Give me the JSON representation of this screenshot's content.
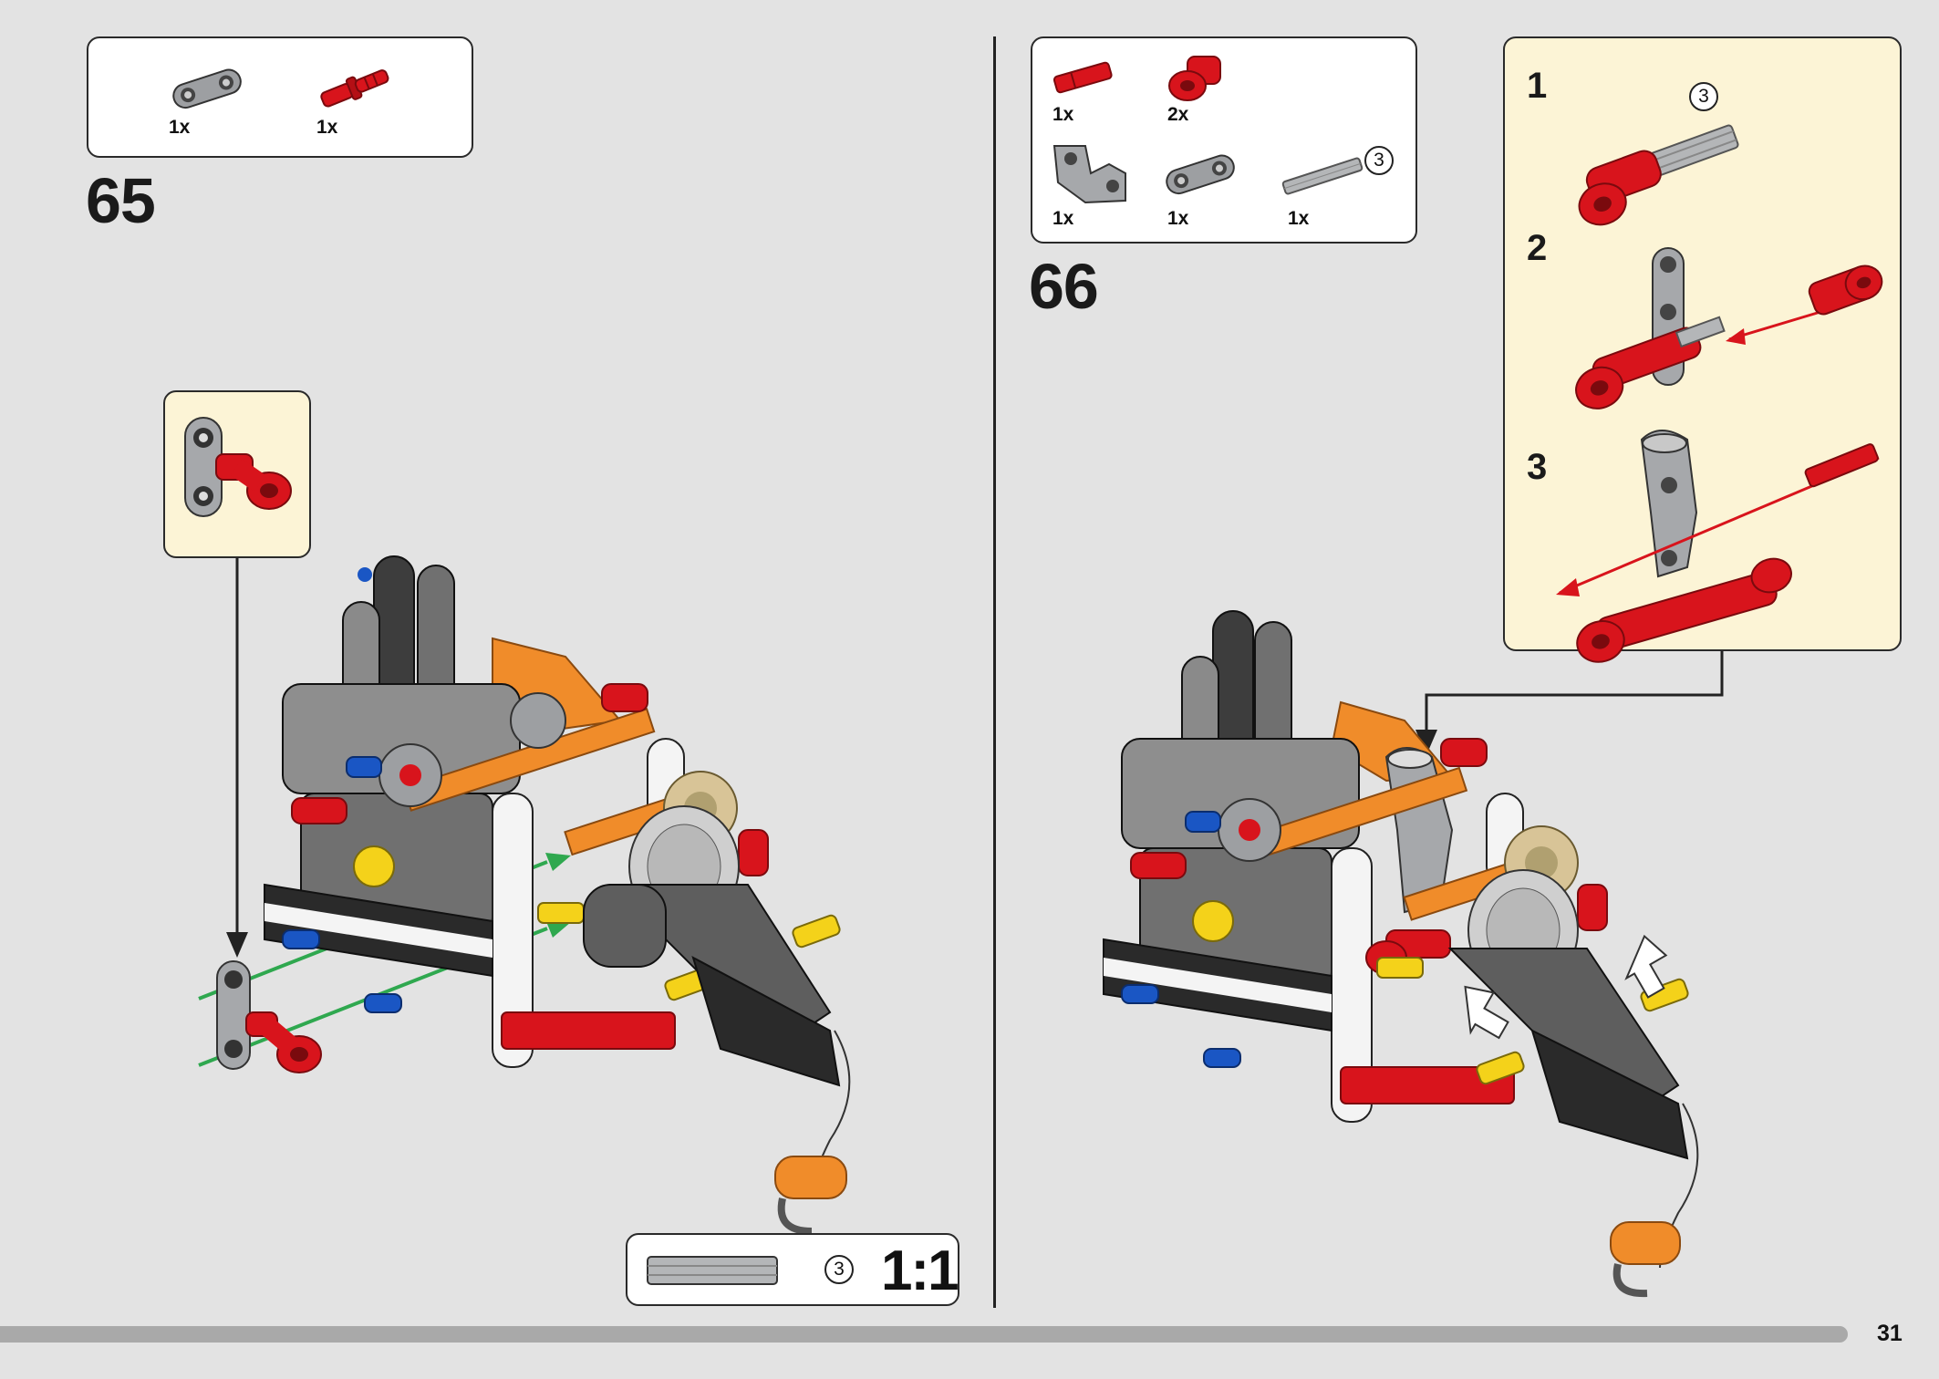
{
  "left_step": {
    "number": "65",
    "parts": [
      {
        "icon": "gray-connector-icon",
        "qty": "1x"
      },
      {
        "icon": "red-pin-icon",
        "qty": "1x"
      }
    ]
  },
  "right_step": {
    "number": "66",
    "parts": [
      {
        "icon": "red-axle-pin-icon",
        "qty": "1x"
      },
      {
        "icon": "red-beam-connector-icon",
        "qty": "2x"
      },
      {
        "icon": "gray-angle-connector-icon",
        "qty": "1x"
      },
      {
        "icon": "gray-connector-icon",
        "qty": "1x"
      },
      {
        "icon": "gray-axle-icon",
        "qty": "1x",
        "length": "3"
      }
    ],
    "subassembly": {
      "steps": [
        {
          "number": "1",
          "axle_length": "3"
        },
        {
          "number": "2"
        },
        {
          "number": "3"
        }
      ]
    }
  },
  "scale_box": {
    "axle_length": "3",
    "ratio": "1:1"
  },
  "page_number": "31",
  "colors": {
    "background": "#e3e3e3",
    "callout": "#fcf4d6",
    "red": "#d8141c",
    "gray": "#9d9fa2",
    "dark": "#3a3a3a",
    "orange": "#f08c2a",
    "blue": "#1a56c4",
    "yellow": "#f4d21a",
    "green_arrow": "#2fa84f"
  }
}
